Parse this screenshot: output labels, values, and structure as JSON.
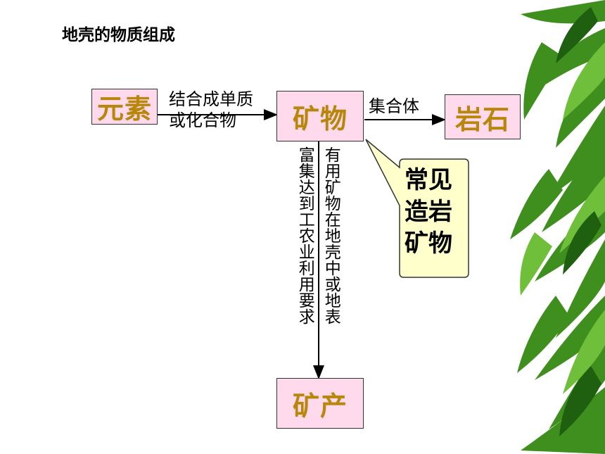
{
  "title": "地壳的物质组成",
  "nodes": {
    "element": "元素",
    "mineral": "矿物",
    "rock": "岩石",
    "ore": "矿产"
  },
  "edges": {
    "element_to_mineral_line1": "结合成单质",
    "element_to_mineral_line2": "或化合物",
    "mineral_to_rock": "集合体",
    "mineral_to_ore_left": "富集达到工农业利用要求",
    "mineral_to_ore_right": "有用矿物在地壳中或地表"
  },
  "callout": {
    "text": "常见造岩矿物",
    "line1": "常见",
    "line2": "造岩",
    "line3": "矿物"
  },
  "colors": {
    "box_fill": "#ffd9ec",
    "label_color": "#b8860b",
    "callout_fill": "#ffffcc",
    "leaf_green": "#3f8f1f"
  }
}
